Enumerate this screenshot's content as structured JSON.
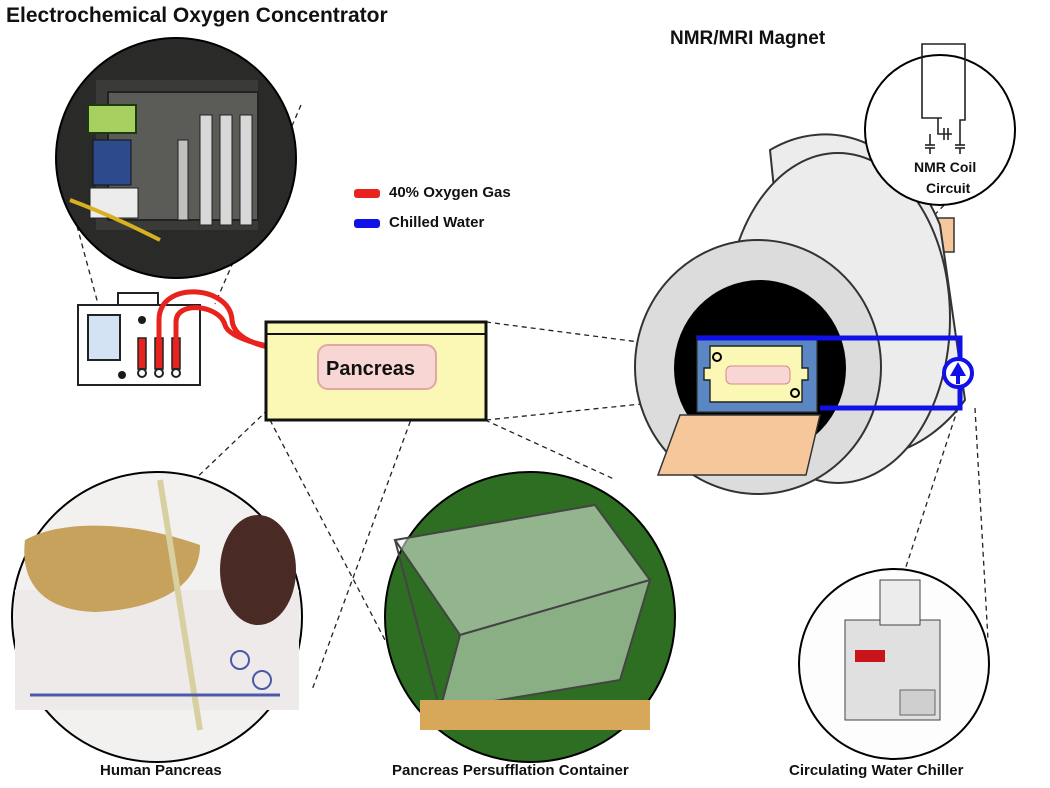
{
  "title": "Electrochemical Oxygen Concentrator",
  "magnet_title": "NMR/MRI Magnet",
  "legend": [
    {
      "label": "40% Oxygen Gas",
      "color": "#e8231e"
    },
    {
      "label": "Chilled Water",
      "color": "#1010e8"
    }
  ],
  "container_label": "Pancreas",
  "coil_label_line1": "NMR Coil",
  "coil_label_line2": "Circuit",
  "captions": {
    "pancreas": "Human Pancreas",
    "container": "Pancreas Persufflation Container",
    "chiller": "Circulating Water Chiller"
  },
  "colors": {
    "oxygen_tube": "#e8231e",
    "water_loop": "#1010e8",
    "container_fill": "#fbf7b4",
    "pancreas_fill": "#f7d6d3",
    "magnet_body": "#ececec",
    "rf_shield": "#5a86c4",
    "patient_bed": "#f6c79a"
  },
  "icons": [
    "oxygen-concentrator-photo-icon",
    "pancreas-photo-icon",
    "container-photo-icon",
    "water-chiller-photo-icon",
    "pump-icon",
    "capacitor-icon"
  ]
}
